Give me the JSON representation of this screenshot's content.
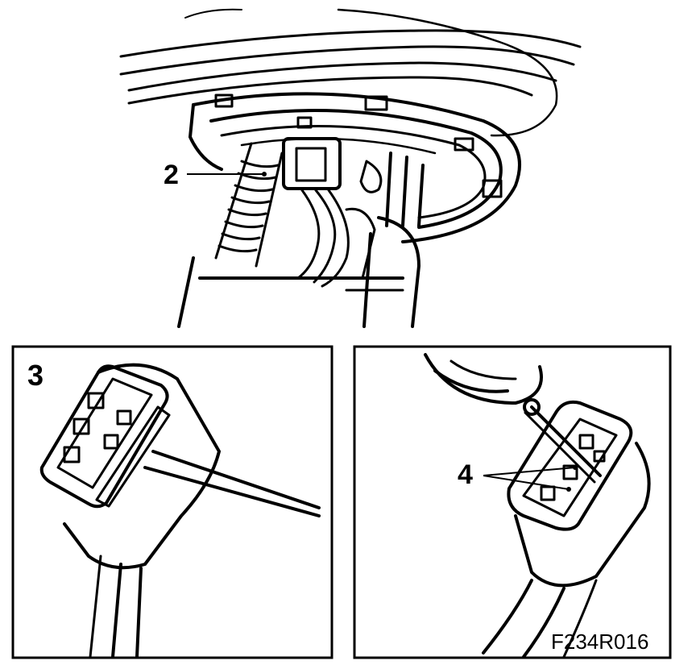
{
  "top_view": {
    "callout_2": "2"
  },
  "detail_left": {
    "callout_3": "3"
  },
  "detail_right": {
    "callout_4": "4"
  },
  "figure_code": "F234R016"
}
